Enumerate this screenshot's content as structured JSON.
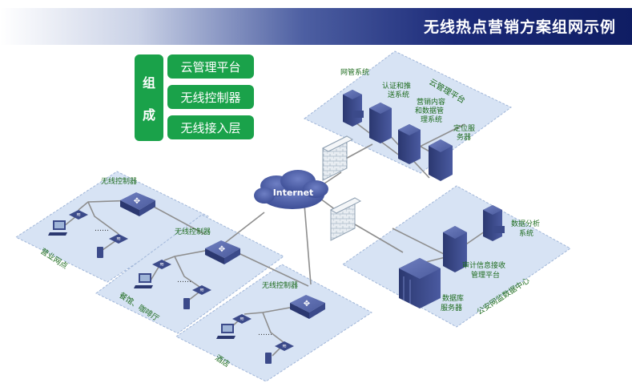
{
  "title": "无线热点营销方案组网示例",
  "composition": {
    "label": "组成",
    "items": [
      "云管理平台",
      "无线控制器",
      "无线接入层"
    ]
  },
  "internet_label": "Internet",
  "cloud_platform": {
    "zone_label": "云管理平台",
    "nms": "网管系统",
    "auth_line1": "认证和推",
    "auth_line2": "送系统",
    "mkt_line1": "营销内容",
    "mkt_line2": "和数据管",
    "mkt_line3": "理系统",
    "loc_line1": "定位服",
    "loc_line2": "务器"
  },
  "security_center": {
    "zone_label": "公安网监数据中心",
    "analysis_line1": "数据分析",
    "analysis_line2": "系统",
    "audit_line1": "审计信息接收",
    "audit_line2": "管理平台",
    "db_line1": "数据库",
    "db_line2": "服务器"
  },
  "sites": {
    "site1": {
      "zone_label": "营业网点",
      "controller": "无线控制器",
      "dots": "……"
    },
    "site2": {
      "zone_label": "餐馆、咖啡厅",
      "controller": "无线控制器",
      "dots": "……"
    },
    "site3": {
      "zone_label": "酒店",
      "controller": "无线控制器",
      "dots": "……"
    }
  },
  "colors": {
    "zone_fill": "#d7e3f4",
    "zone_border": "#9fb5d8",
    "green": "#1aa24a",
    "label_green": "#1d6b1d",
    "device": "#3b4a8a",
    "banner_dark": "#0f1d63"
  }
}
